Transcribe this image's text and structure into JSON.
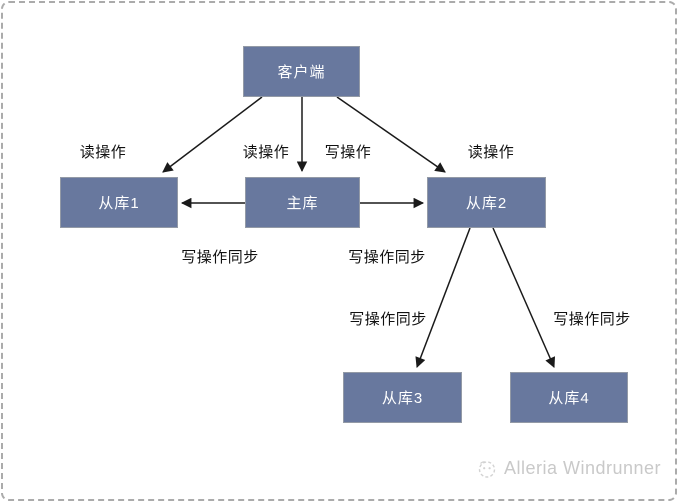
{
  "diagram": {
    "nodes": {
      "client": {
        "label": "客户端"
      },
      "slave1": {
        "label": "从库1"
      },
      "master": {
        "label": "主库"
      },
      "slave2": {
        "label": "从库2"
      },
      "slave3": {
        "label": "从库3"
      },
      "slave4": {
        "label": "从库4"
      }
    },
    "edges": [
      {
        "from": "client",
        "to": "slave1"
      },
      {
        "from": "client",
        "to": "master"
      },
      {
        "from": "client",
        "to": "slave2"
      },
      {
        "from": "master",
        "to": "slave1"
      },
      {
        "from": "master",
        "to": "slave2"
      },
      {
        "from": "slave2",
        "to": "slave3"
      },
      {
        "from": "slave2",
        "to": "slave4"
      }
    ],
    "edge_labels": {
      "read_left": "读操作",
      "read_mid": "读操作",
      "write_mid": "写操作",
      "read_right": "读操作",
      "sync_master_slave1": "写操作同步",
      "sync_master_slave2": "写操作同步",
      "sync_slave2_slave3": "写操作同步",
      "sync_slave2_slave4": "写操作同步"
    },
    "colors": {
      "node_fill": "#68789E",
      "node_border": "#939AA6",
      "node_text": "#FFFFFF",
      "arrow": "#1A1A1A",
      "edge_label_text": "#111111",
      "frame_border": "#ABABAB",
      "watermark_text": "#C9C9C9"
    }
  },
  "watermark": {
    "icon": "windrunner-logo-icon",
    "text": "Alleria Windrunner"
  }
}
